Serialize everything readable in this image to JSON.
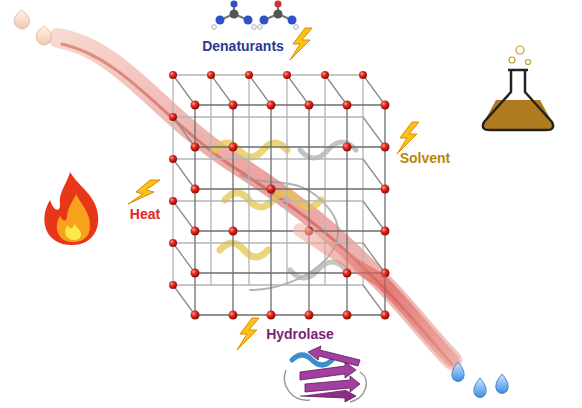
{
  "diagram": {
    "labels": [
      "Denaturants",
      "Solvent",
      "Heat",
      "Hydrolase"
    ]
  }
}
